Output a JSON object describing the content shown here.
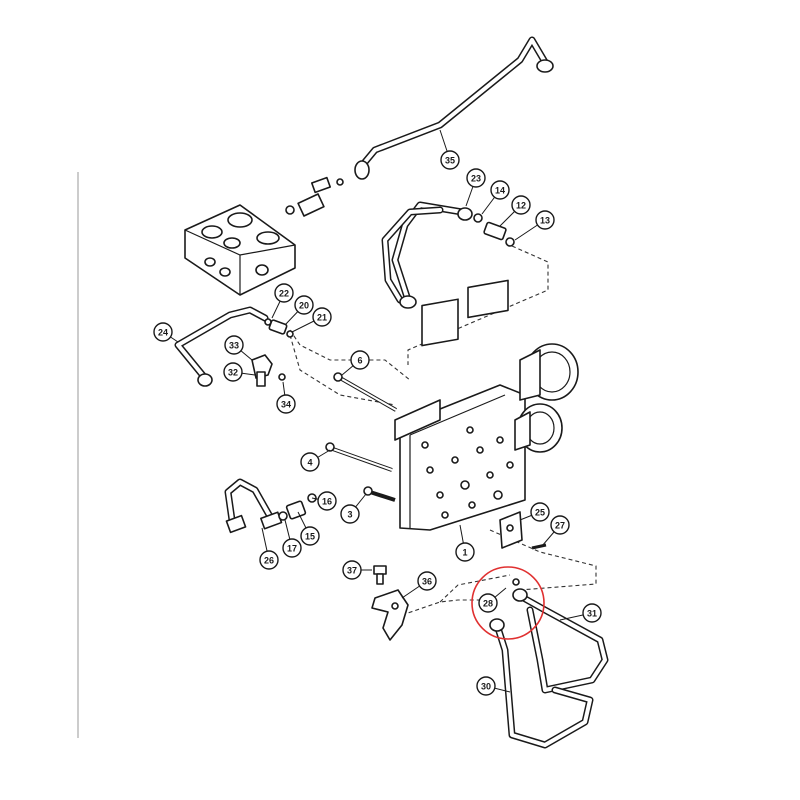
{
  "callouts": [
    "35",
    "23",
    "14",
    "12",
    "13",
    "22",
    "20",
    "21",
    "24",
    "33",
    "32",
    "34",
    "6",
    "4",
    "16",
    "3",
    "15",
    "17",
    "26",
    "1",
    "25",
    "27",
    "37",
    "36",
    "28",
    "31",
    "30"
  ],
  "highlight_color": "#e03030"
}
